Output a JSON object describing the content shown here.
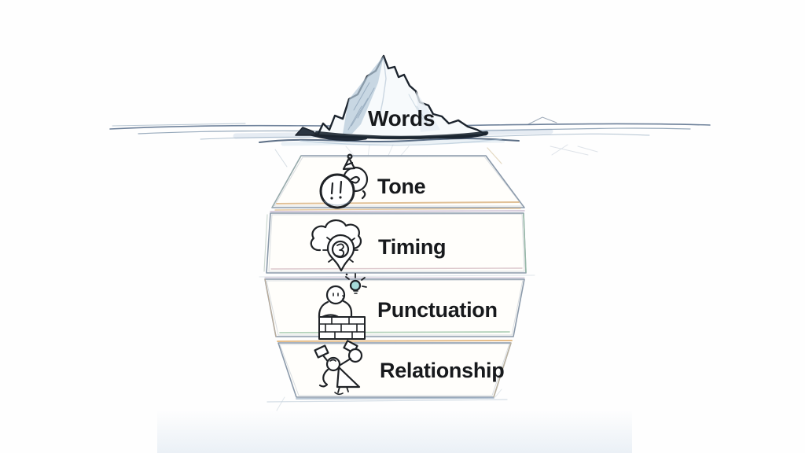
{
  "iceberg": {
    "surface": {
      "label": "Words",
      "icon": "iceberg-peak-icon"
    },
    "layers": [
      {
        "label": "Tone",
        "icon": "alarm-exclamation-face-icon"
      },
      {
        "label": "Timing",
        "icon": "cloud-timer-pin-icon"
      },
      {
        "label": "Punctuation",
        "icon": "person-idea-bulb-icon"
      },
      {
        "label": "Relationship",
        "icon": "figure-raised-flags-icon"
      }
    ],
    "colors": {
      "ink": "#1c242e",
      "sketch_line": "#8a99aa",
      "water_line": "#5f7490",
      "ice_shade": "#b6c9da",
      "accent_tan": "#ddb786",
      "accent_green": "#9cc4a6",
      "accent_mauve": "#b3a0bd",
      "bulb_teal": "#a7dcda",
      "label_text": "#17191c"
    }
  }
}
